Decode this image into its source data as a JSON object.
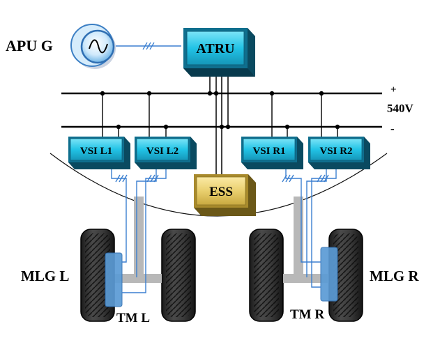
{
  "labels": {
    "apu": "APU G",
    "plus": "+",
    "voltage": "540V",
    "minus": "-",
    "mlg_left": "MLG L",
    "mlg_right": "MLG R",
    "tm_left": "TM L",
    "tm_right": "TM R"
  },
  "boxes": {
    "atru": "ATRU",
    "ess": "ESS",
    "vsi_l1": "VSI L1",
    "vsi_l2": "VSI L2",
    "vsi_r1": "VSI R1",
    "vsi_r2": "VSI R2"
  },
  "colors": {
    "converter_cyan": "#22c3e6",
    "converter_dark": "#0d5f7a",
    "ess_gold": "#e9cf6e",
    "ess_dark": "#8a7425",
    "wire_blue": "#3b7fd0",
    "bus_black": "#000000",
    "motor_blue": "#5b9bd5",
    "axle_gray": "#b8b8b8"
  }
}
